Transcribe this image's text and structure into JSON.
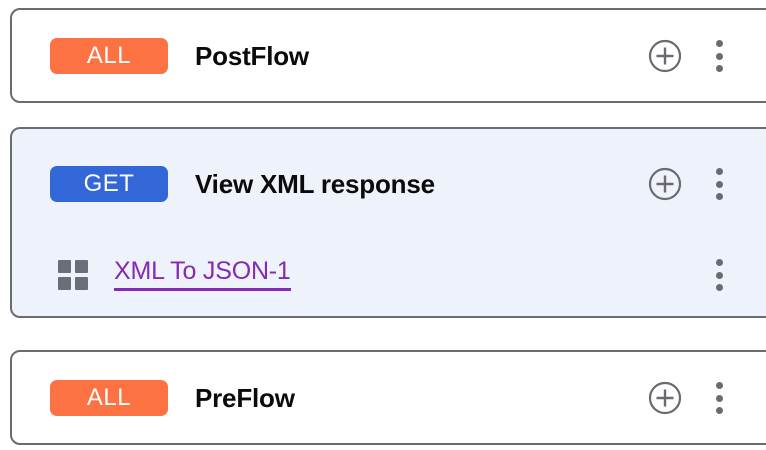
{
  "theme": {
    "page_background": "#ffffff",
    "card_background": "#ffffff",
    "card_selected_background": "#eef2fb",
    "card_border": "#6b6b70",
    "badge_all_color": "#fc7242",
    "badge_get_color": "#3366d6",
    "title_color": "#0b0b0c",
    "icon_color": "#6a6a70",
    "link_color": "#8429b8",
    "grid_icon_color": "#6b6e7a"
  },
  "flows": [
    {
      "id": "postflow",
      "method": "ALL",
      "method_style": "all",
      "title": "PostFlow",
      "selected": false,
      "add_icon": "plus-circle-icon",
      "menu_icon": "kebab-menu-icon",
      "steps": []
    },
    {
      "id": "view-xml-response",
      "method": "GET",
      "method_style": "get",
      "title": "View XML response",
      "selected": true,
      "add_icon": "plus-circle-icon",
      "menu_icon": "kebab-menu-icon",
      "steps": [
        {
          "id": "xml-to-json-1",
          "icon": "policy-grid-icon",
          "label": "XML To JSON-1",
          "menu_icon": "kebab-menu-icon"
        }
      ]
    },
    {
      "id": "preflow",
      "method": "ALL",
      "method_style": "all",
      "title": "PreFlow",
      "selected": false,
      "add_icon": "plus-circle-icon",
      "menu_icon": "kebab-menu-icon",
      "steps": []
    }
  ]
}
